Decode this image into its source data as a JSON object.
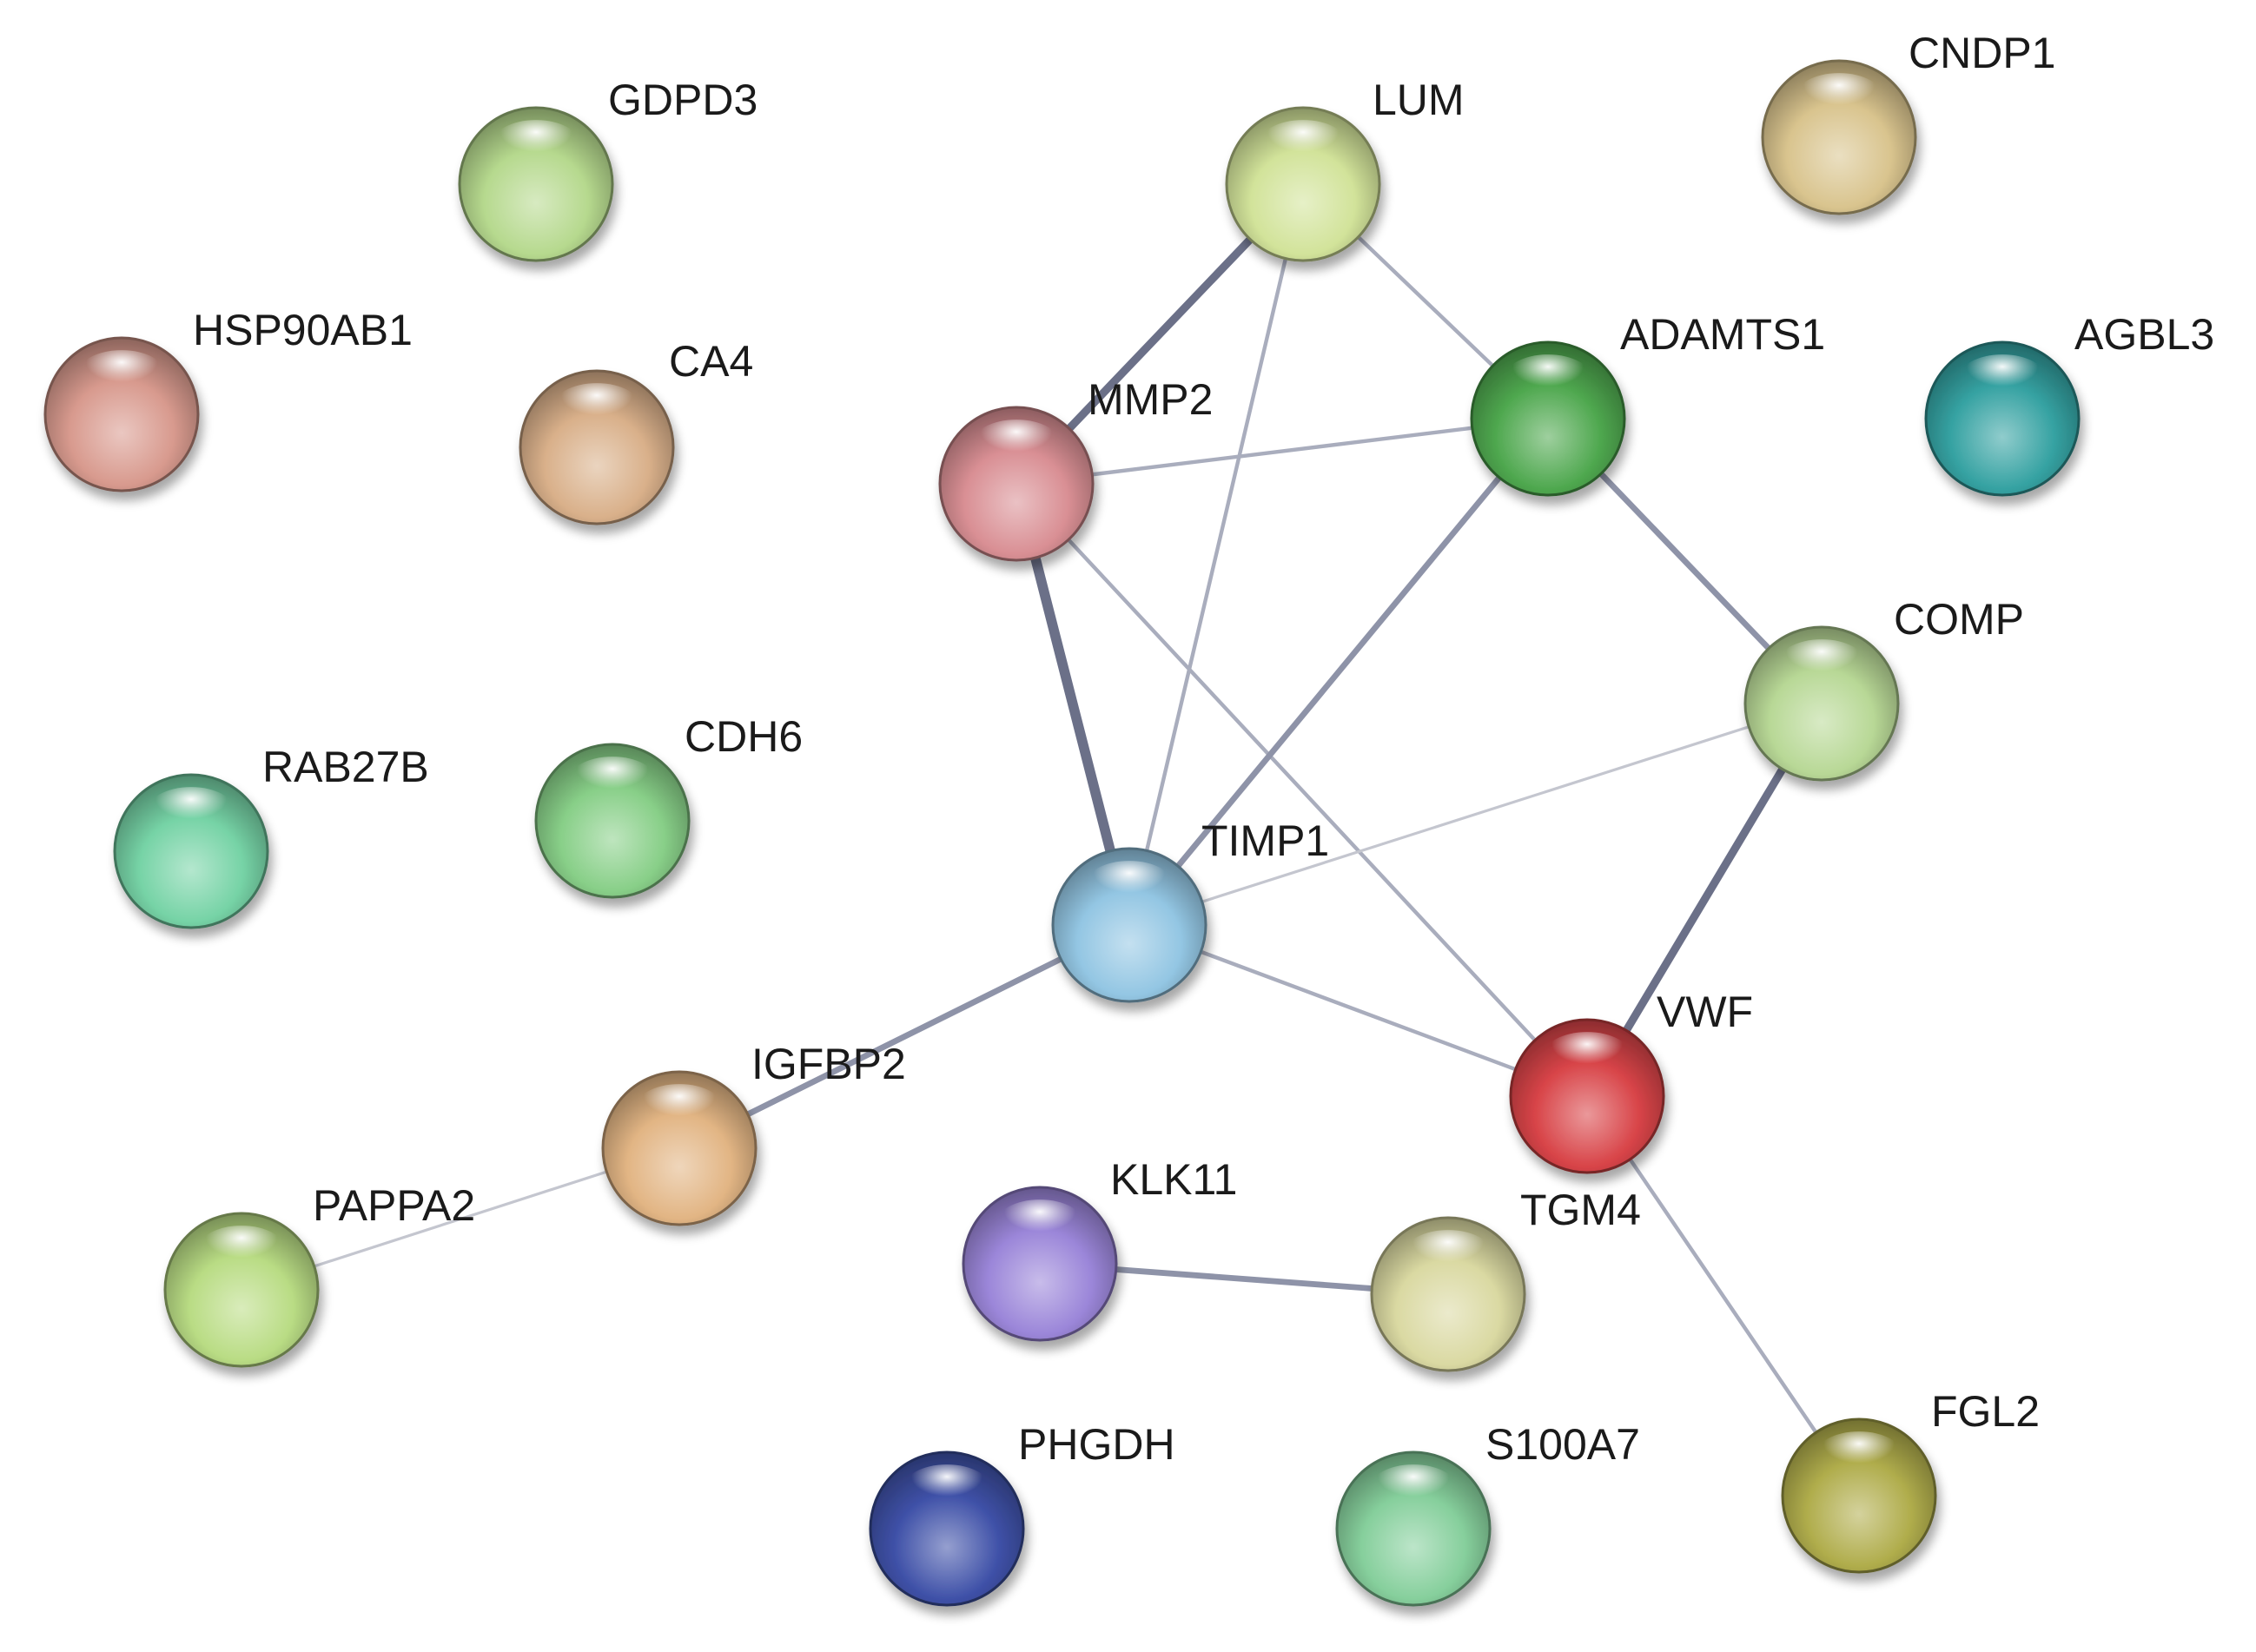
{
  "nodes": [
    {
      "id": "GDPD3",
      "label": "GDPD3",
      "color": "#b6d98e"
    },
    {
      "id": "LUM",
      "label": "LUM",
      "color": "#d2e39a"
    },
    {
      "id": "CNDP1",
      "label": "CNDP1",
      "color": "#d9c48e"
    },
    {
      "id": "HSP90AB1",
      "label": "HSP90AB1",
      "color": "#d89a8e"
    },
    {
      "id": "CA4",
      "label": "CA4",
      "color": "#d9b08a"
    },
    {
      "id": "MMP2",
      "label": "MMP2",
      "color": "#d98f94"
    },
    {
      "id": "ADAMTS1",
      "label": "ADAMTS1",
      "color": "#4fa84f"
    },
    {
      "id": "AGBL3",
      "label": "AGBL3",
      "color": "#35a2a2"
    },
    {
      "id": "COMP",
      "label": "COMP",
      "color": "#b8d896"
    },
    {
      "id": "RAB27B",
      "label": "RAB27B",
      "color": "#76d3a6"
    },
    {
      "id": "CDH6",
      "label": "CDH6",
      "color": "#88cf88"
    },
    {
      "id": "TIMP1",
      "label": "TIMP1",
      "color": "#93c6e3"
    },
    {
      "id": "VWF",
      "label": "VWF",
      "color": "#d84448"
    },
    {
      "id": "IGFBP2",
      "label": "IGFBP2",
      "color": "#e2b584"
    },
    {
      "id": "PAPPA2",
      "label": "PAPPA2",
      "color": "#b9dc84"
    },
    {
      "id": "KLK11",
      "label": "KLK11",
      "color": "#9b86d9"
    },
    {
      "id": "TGM4",
      "label": "TGM4",
      "color": "#dad9a2"
    },
    {
      "id": "FGL2",
      "label": "FGL2",
      "color": "#b0ad4c"
    },
    {
      "id": "PHGDH",
      "label": "PHGDH",
      "color": "#3f51a8"
    },
    {
      "id": "S100A7",
      "label": "S100A7",
      "color": "#86cf9c"
    }
  ],
  "edges": [
    {
      "source": "LUM",
      "target": "MMP2",
      "weight": 3
    },
    {
      "source": "LUM",
      "target": "ADAMTS1",
      "weight": 1
    },
    {
      "source": "LUM",
      "target": "TIMP1",
      "weight": 1
    },
    {
      "source": "MMP2",
      "target": "ADAMTS1",
      "weight": 1
    },
    {
      "source": "MMP2",
      "target": "TIMP1",
      "weight": 4
    },
    {
      "source": "MMP2",
      "target": "VWF",
      "weight": 1
    },
    {
      "source": "ADAMTS1",
      "target": "TIMP1",
      "weight": 2
    },
    {
      "source": "ADAMTS1",
      "target": "COMP",
      "weight": 2
    },
    {
      "source": "COMP",
      "target": "TIMP1",
      "weight": 0.5
    },
    {
      "source": "COMP",
      "target": "VWF",
      "weight": 3
    },
    {
      "source": "TIMP1",
      "target": "VWF",
      "weight": 1
    },
    {
      "source": "TIMP1",
      "target": "IGFBP2",
      "weight": 2
    },
    {
      "source": "IGFBP2",
      "target": "PAPPA2",
      "weight": 0.5
    },
    {
      "source": "KLK11",
      "target": "TGM4",
      "weight": 2
    },
    {
      "source": "VWF",
      "target": "FGL2",
      "weight": 1
    }
  ]
}
